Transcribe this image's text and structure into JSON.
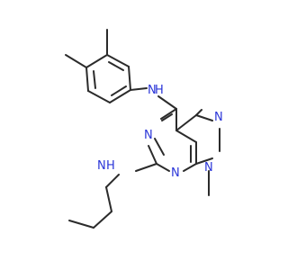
{
  "molecule": {
    "atoms": {
      "n_upper_amine": "N",
      "h_upper_amine": "H",
      "n_pyrimidine_upper": "N",
      "n_pyrazole_upper": "N",
      "n_lower_amine": "N",
      "h_lower_amine": "H",
      "n_pyrimidine_lower": "N",
      "n_pyrazole_methyl": "N"
    },
    "colors": {
      "bond": "#2b2b2b",
      "nitrogen": "#2a35d8",
      "background": "#ffffff"
    }
  }
}
